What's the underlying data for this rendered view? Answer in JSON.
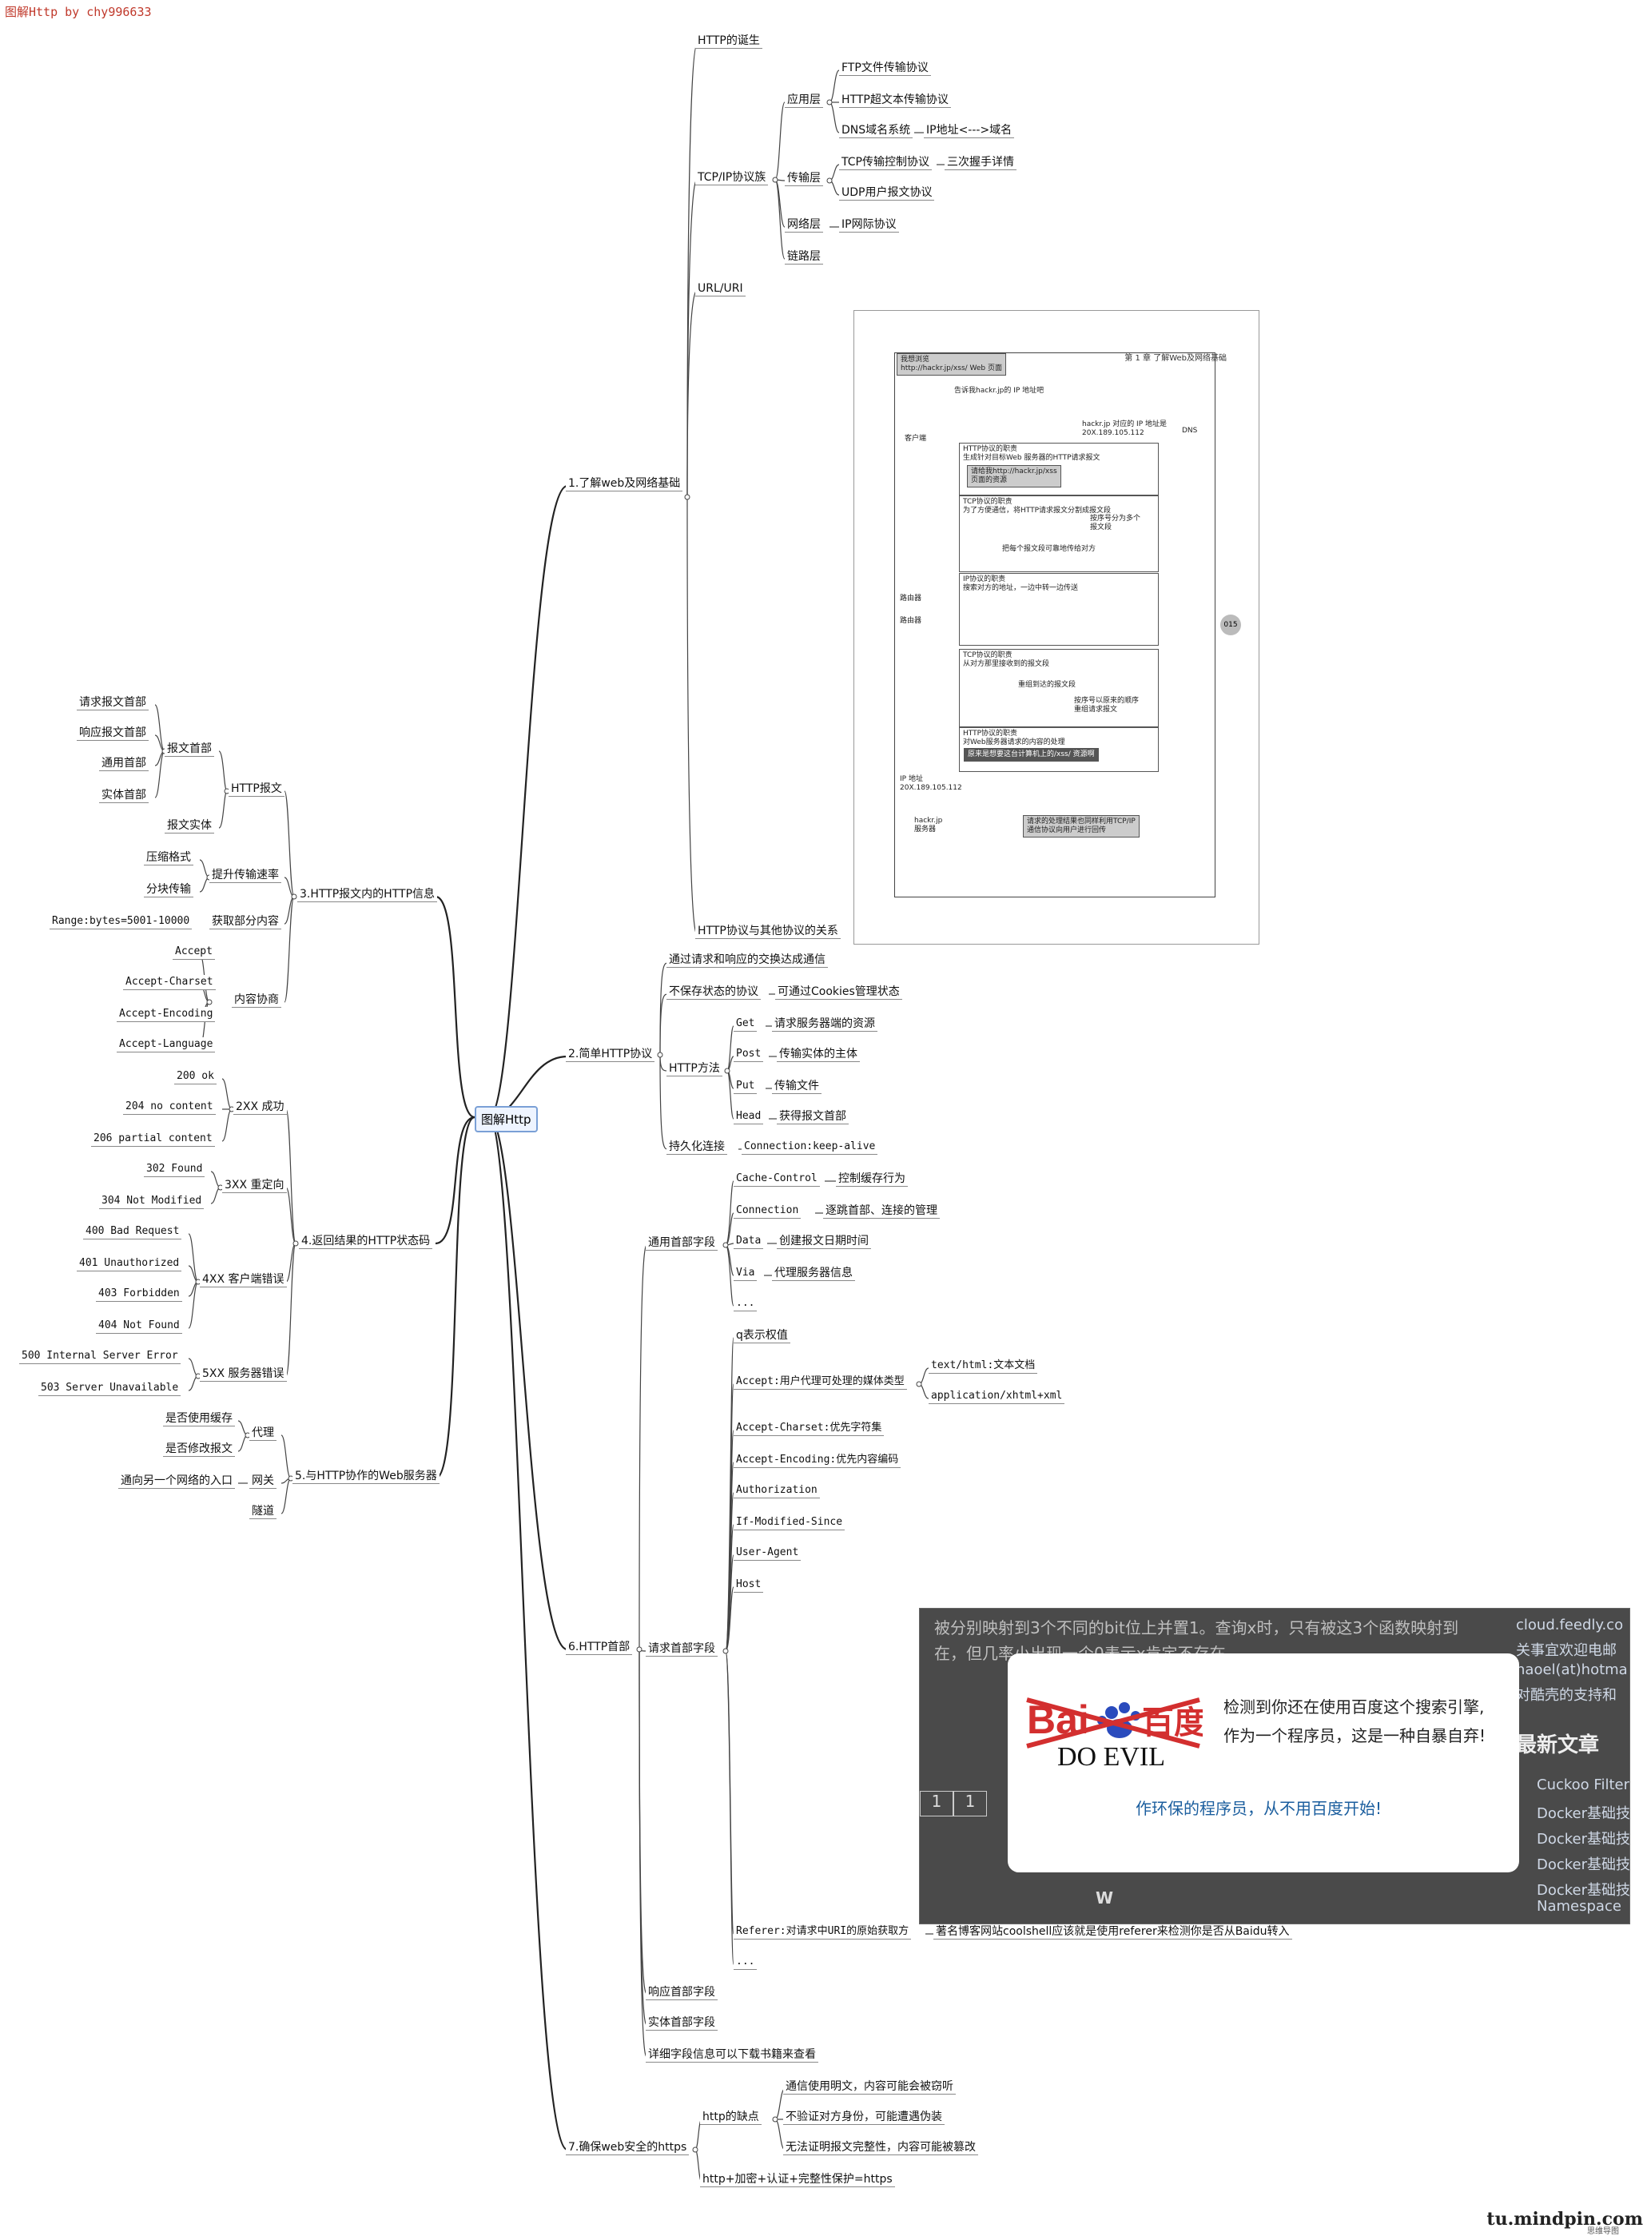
{
  "title": "图解Http by chy996633",
  "root": "图解Http",
  "branches": {
    "b1": "1.了解web及网络基础",
    "b2": "2.简单HTTP协议",
    "b3": "3.HTTP报文内的HTTP信息",
    "b4": "4.返回结果的HTTP状态码",
    "b5": "5.与HTTP协作的Web服务器",
    "b6": "6.HTTP首部",
    "b7": "7.确保web安全的https"
  },
  "b1": {
    "birth": "HTTP的诞生",
    "tcpip": "TCP/IP协议族",
    "app": "应用层",
    "ftp": "FTP文件传输协议",
    "http": "HTTP超文本传输协议",
    "dns": "DNS域名系统",
    "ipdomain": "IP地址<--->域名",
    "transport": "传输层",
    "tcp": "TCP传输控制协议",
    "handshake": "三次握手详情",
    "udp": "UDP用户报文协议",
    "network": "网络层",
    "ip": "IP网际协议",
    "link": "链路层",
    "url": "URL/URI",
    "relation": "HTTP协议与其他协议的关系"
  },
  "figure": {
    "header": "第 1 章   了解Web及网络基础",
    "page": "015",
    "want": "我想浏览\nhttp://hackr.jp/xss/ Web 页面",
    "ask": "告诉我hackr.jp的 IP 地址吧",
    "client": "客户端",
    "dns": "DNS",
    "dnsreply": "hackr.jp 对应的 IP 地址是\n20X.189.105.112",
    "httpduty": "HTTP协议的职责\n生成针对目标Web 服务器的HTTP请求报文",
    "httpreq": "请给我http://hackr.jp/xss\n页面的资源",
    "tcpduty": "TCP协议的职责\n为了方便通信，将HTTP请求报文分割成报文段",
    "tcpseq": "按序号分为多个\n报文段",
    "tcpsend": "把每个报文段可靠地传给对方",
    "ipduty": "IP协议的职责\n搜索对方的地址，一边中转一边传送",
    "router1": "路由器",
    "router2": "路由器",
    "tcprecv": "TCP协议的职责\n从对方那里接收到的报文段",
    "tcpreassemble": "重组到达的报文段",
    "tcporder": "按序号以原来的顺序\n重组请求报文",
    "httpserver": "HTTP协议的职责\n对Web服务器请求的内容的处理",
    "httpres": "原来是想要这台计算机上的/xss/ 资源啊",
    "serverip": "IP 地址\n20X.189.105.112",
    "server": "hackr.jp\n服务器",
    "result": "请求的处理结果也同样利用TCP/IP\n通信协议向用户进行回传"
  },
  "b2": {
    "exchange": "通过请求和响应的交换达成通信",
    "stateless": "不保存状态的协议",
    "cookies": "可通过Cookies管理状态",
    "methods": "HTTP方法",
    "get": "Get",
    "get_d": "请求服务器端的资源",
    "post": "Post",
    "post_d": "传输实体的主体",
    "put": "Put",
    "put_d": "传输文件",
    "head": "Head",
    "head_d": "获得报文首部",
    "persist": "持久化连接",
    "keepalive": "Connection:keep-alive"
  },
  "b3": {
    "message": "HTTP报文",
    "header": "报文首部",
    "reqh": "请求报文首部",
    "resh": "响应报文首部",
    "genh": "通用首部",
    "enth": "实体首部",
    "body": "报文实体",
    "speed": "提升传输速率",
    "compress": "压缩格式",
    "chunk": "分块传输",
    "partial": "获取部分内容",
    "range": "Range:bytes=5001-10000",
    "nego": "内容协商",
    "accept": "Accept",
    "charset": "Accept-Charset",
    "encoding": "Accept-Encoding",
    "language": "Accept-Language"
  },
  "b4": {
    "s2": "2XX 成功",
    "s200": "200 ok",
    "s204": "204 no content",
    "s206": "206 partial content",
    "s3": "3XX 重定向",
    "s302": "302 Found",
    "s304": "304 Not Modified",
    "s4": "4XX 客户端错误",
    "s400": "400 Bad Request",
    "s401": "401 Unauthorized",
    "s403": "403 Forbidden",
    "s404": "404 Not Found",
    "s5": "5XX 服务器错误",
    "s500": "500 Internal Server Error",
    "s503": "503 Server Unavailable"
  },
  "b5": {
    "proxy": "代理",
    "cache": "是否使用缓存",
    "modify": "是否修改报文",
    "gateway": "网关",
    "entry": "通向另一个网络的入口",
    "tunnel": "隧道"
  },
  "b6": {
    "general": "通用首部字段",
    "cc": "Cache-Control",
    "cc_d": "控制缓存行为",
    "conn": "Connection",
    "conn_d": "逐跳首部、连接的管理",
    "data": "Data",
    "data_d": "创建报文日期时间",
    "via": "Via",
    "via_d": "代理服务器信息",
    "more1": "...",
    "request": "请求首部字段",
    "q": "q表示权值",
    "accept": "Accept:用户代理可处理的媒体类型",
    "html": "text/html:文本文档",
    "xhtml": "application/xhtml+xml",
    "charset": "Accept-Charset:优先字符集",
    "encoding": "Accept-Encoding:优先内容编码",
    "auth": "Authorization",
    "ims": "If-Modified-Since",
    "ua": "User-Agent",
    "host": "Host",
    "referer": "Referer:对请求中URI的原始获取方",
    "referer_d": "著名博客网站coolshell应该就是使用referer来检测你是否从Baidu转入",
    "more2": "...",
    "response": "响应首部字段",
    "entity": "实体首部字段",
    "detail": "详细字段信息可以下载书籍来查看"
  },
  "b7": {
    "flaws": "http的缺点",
    "f1": "通信使用明文，内容可能会被窃听",
    "f2": "不验证对方身份，可能遭遇伪装",
    "f3": "无法证明报文完整性，内容可能被篡改",
    "https": "http+加密+认证+完整性保护=https"
  },
  "screenshot": {
    "bg1": "被分别映射到3个不同的bit位上并置1。查询x时，只有被这3个函数映射到",
    "bg2": "在，但几率小出现一个0表示x肯定不存在",
    "side1": "cloud.feedly.co",
    "side2": "关事宜欢迎电邮",
    "side3": "haoel(at)hotma",
    "side4": "对酷壳的支持和",
    "latest": "最新文章",
    "a1": "Cuckoo Filter",
    "a2": "Docker基础技",
    "a3": "Docker基础技",
    "a4": "Docker基础技",
    "a5": "Docker基础技",
    "a6": "Namespace",
    "w": "W",
    "cell1": "1",
    "cell2": "1",
    "modal_l1": "检测到你还在使用百度这个搜索引擎,",
    "modal_l2": "作为一个程序员，这是一种自暴自弃!",
    "modal_green": "作环保的程序员，从不用百度开始!",
    "logo_cn": "百度",
    "logo_en": "Bai",
    "logo_doevil": "DO EVIL"
  },
  "brand": "tu.mindpin.com",
  "brand_sub": "思维导图"
}
